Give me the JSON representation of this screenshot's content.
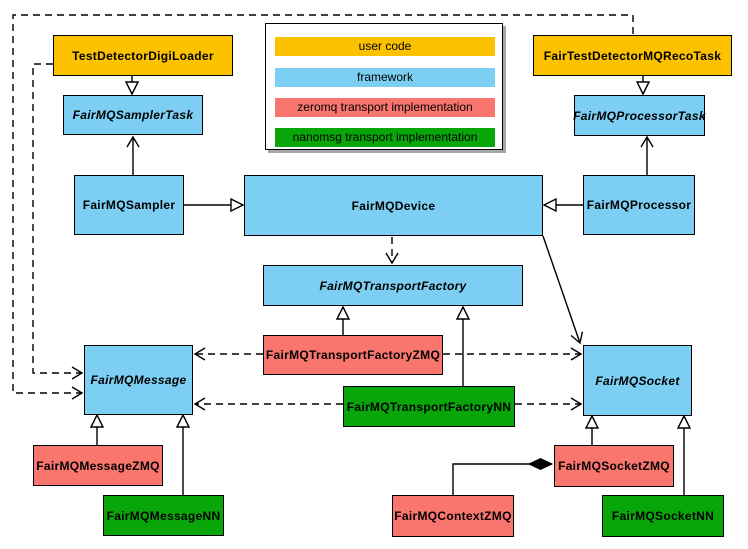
{
  "colors": {
    "user": "#FCC200",
    "framework": "#7CCFF2",
    "zmq": "#F9766F",
    "nn": "#09A609",
    "line": "#000000",
    "background": "#FFFFFF"
  },
  "legend": {
    "items": [
      {
        "label": "user code",
        "color": "#FCC200"
      },
      {
        "label": "framework",
        "color": "#7CCFF2"
      },
      {
        "label": "zeromq transport implementation",
        "color": "#F9766F"
      },
      {
        "label": "nanomsg transport implementation",
        "color": "#09A609"
      }
    ]
  },
  "nodes": {
    "test_detector_digi_loader": {
      "label": "TestDetectorDigiLoader",
      "category": "user",
      "abstract": false
    },
    "fair_test_detector_mq_reco_task": {
      "label": "FairTestDetectorMQRecoTask",
      "category": "user",
      "abstract": false
    },
    "fairmq_sampler_task": {
      "label": "FairMQSamplerTask",
      "category": "framework",
      "abstract": true
    },
    "fairmq_processor_task": {
      "label": "FairMQProcessorTask",
      "category": "framework",
      "abstract": true
    },
    "fairmq_sampler": {
      "label": "FairMQSampler",
      "category": "framework",
      "abstract": false
    },
    "fairmq_device": {
      "label": "FairMQDevice",
      "category": "framework",
      "abstract": false
    },
    "fairmq_processor": {
      "label": "FairMQProcessor",
      "category": "framework",
      "abstract": false
    },
    "fairmq_transport_factory": {
      "label": "FairMQTransportFactory",
      "category": "framework",
      "abstract": true
    },
    "fairmq_transport_factory_zmq": {
      "label": "FairMQTransportFactoryZMQ",
      "category": "zmq",
      "abstract": false
    },
    "fairmq_transport_factory_nn": {
      "label": "FairMQTransportFactoryNN",
      "category": "nn",
      "abstract": false
    },
    "fairmq_message": {
      "label": "FairMQMessage",
      "category": "framework",
      "abstract": true
    },
    "fairmq_socket": {
      "label": "FairMQSocket",
      "category": "framework",
      "abstract": true
    },
    "fairmq_message_zmq": {
      "label": "FairMQMessageZMQ",
      "category": "zmq",
      "abstract": false
    },
    "fairmq_message_nn": {
      "label": "FairMQMessageNN",
      "category": "nn",
      "abstract": false
    },
    "fairmq_socket_zmq": {
      "label": "FairMQSocketZMQ",
      "category": "zmq",
      "abstract": false
    },
    "fairmq_context_zmq": {
      "label": "FairMQContextZMQ",
      "category": "zmq",
      "abstract": false
    },
    "fairmq_socket_nn": {
      "label": "FairMQSocketNN",
      "category": "nn",
      "abstract": false
    }
  },
  "relations": [
    {
      "from": "TestDetectorDigiLoader",
      "to": "FairMQSamplerTask",
      "kind": "inheritance"
    },
    {
      "from": "FairTestDetectorMQRecoTask",
      "to": "FairMQProcessorTask",
      "kind": "inheritance"
    },
    {
      "from": "FairMQSampler",
      "to": "FairMQDevice",
      "kind": "inheritance"
    },
    {
      "from": "FairMQProcessor",
      "to": "FairMQDevice",
      "kind": "inheritance"
    },
    {
      "from": "FairMQSampler",
      "to": "FairMQSamplerTask",
      "kind": "association"
    },
    {
      "from": "FairMQProcessor",
      "to": "FairMQProcessorTask",
      "kind": "association"
    },
    {
      "from": "FairMQDevice",
      "to": "FairMQTransportFactory",
      "kind": "dependency"
    },
    {
      "from": "FairMQDevice",
      "to": "FairMQSocket",
      "kind": "association"
    },
    {
      "from": "TestDetectorDigiLoader",
      "to": "FairMQMessage",
      "kind": "dependency"
    },
    {
      "from": "FairTestDetectorMQRecoTask",
      "to": "FairMQMessage",
      "kind": "dependency"
    },
    {
      "from": "FairMQTransportFactoryZMQ",
      "to": "FairMQTransportFactory",
      "kind": "inheritance"
    },
    {
      "from": "FairMQTransportFactoryNN",
      "to": "FairMQTransportFactory",
      "kind": "inheritance"
    },
    {
      "from": "FairMQTransportFactoryZMQ",
      "to": "FairMQMessage",
      "kind": "dependency"
    },
    {
      "from": "FairMQTransportFactoryZMQ",
      "to": "FairMQSocket",
      "kind": "dependency"
    },
    {
      "from": "FairMQTransportFactoryNN",
      "to": "FairMQMessage",
      "kind": "dependency"
    },
    {
      "from": "FairMQTransportFactoryNN",
      "to": "FairMQSocket",
      "kind": "dependency"
    },
    {
      "from": "FairMQMessageZMQ",
      "to": "FairMQMessage",
      "kind": "inheritance"
    },
    {
      "from": "FairMQMessageNN",
      "to": "FairMQMessage",
      "kind": "inheritance"
    },
    {
      "from": "FairMQSocketZMQ",
      "to": "FairMQSocket",
      "kind": "inheritance"
    },
    {
      "from": "FairMQSocketNN",
      "to": "FairMQSocket",
      "kind": "inheritance"
    },
    {
      "from": "FairMQContextZMQ",
      "to": "FairMQSocketZMQ",
      "kind": "composition"
    }
  ]
}
